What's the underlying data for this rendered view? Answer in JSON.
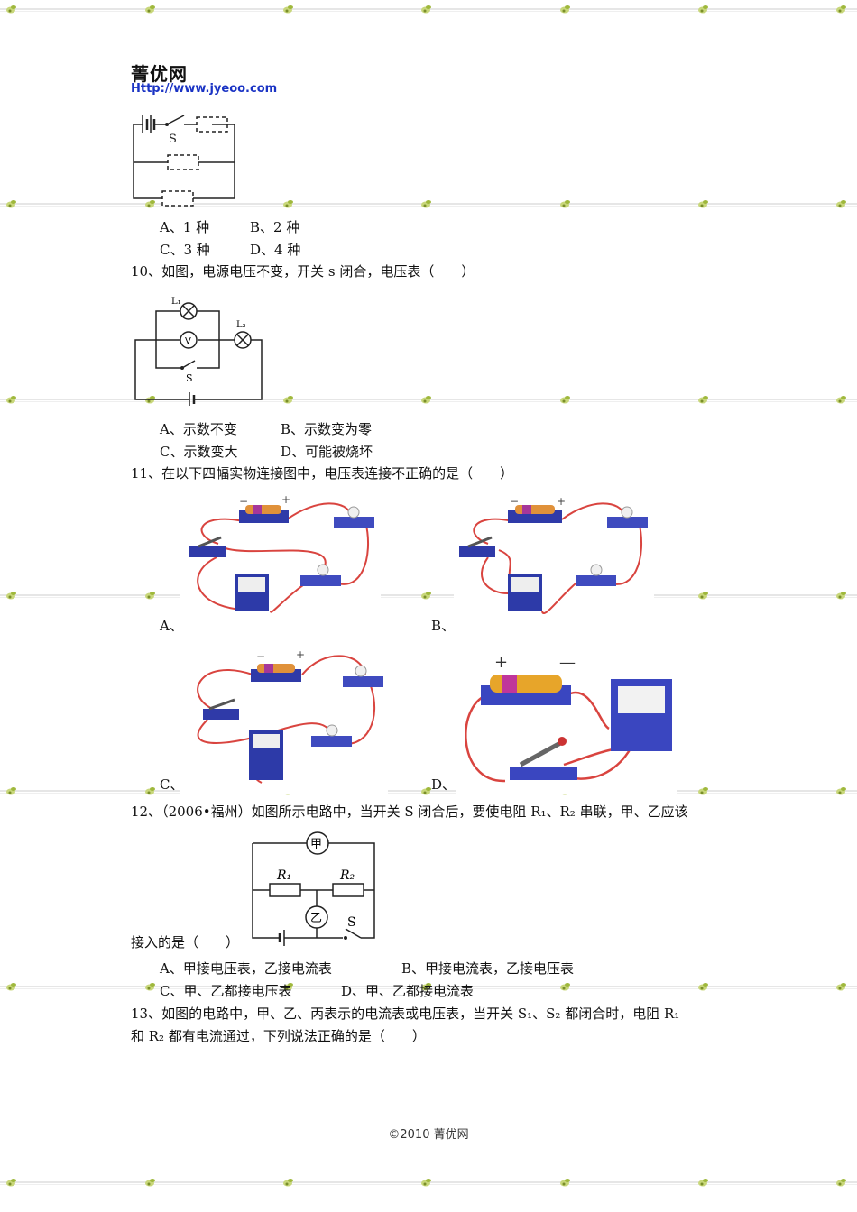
{
  "header": {
    "site_name": "菁优网",
    "url": "Http://www.jyeoo.com"
  },
  "q9": {
    "switch_label": "S",
    "options": [
      {
        "letter": "A、",
        "text": "1 种"
      },
      {
        "letter": "B、",
        "text": "2 种"
      },
      {
        "letter": "C、",
        "text": "3 种"
      },
      {
        "letter": "D、",
        "text": "4 种"
      }
    ]
  },
  "q10": {
    "number": "10、",
    "stem": "如图，电源电压不变，开关 s 闭合，电压表（　　）",
    "labels": {
      "l1": "L₁",
      "l2": "L₂",
      "v": "V",
      "s": "S"
    },
    "options": [
      {
        "letter": "A、",
        "text": "示数不变"
      },
      {
        "letter": "B、",
        "text": "示数变为零"
      },
      {
        "letter": "C、",
        "text": "示数变大"
      },
      {
        "letter": "D、",
        "text": "可能被烧坏"
      }
    ]
  },
  "q11": {
    "number": "11、",
    "stem": "在以下四幅实物连接图中，电压表连接不正确的是（　　）",
    "panels": [
      {
        "letter": "A、",
        "minus": "−",
        "plus": "+"
      },
      {
        "letter": "B、",
        "minus": "−",
        "plus": "+"
      },
      {
        "letter": "C、",
        "minus": "−",
        "plus": "+"
      },
      {
        "letter": "D、",
        "minus": "—",
        "plus": "+"
      }
    ]
  },
  "q12": {
    "number": "12、",
    "stem": "（2006•福州）如图所示电路中，当开关 S 闭合后，要使电阻 R₁、R₂ 串联，甲、乙应该",
    "stem_cont": "接入的是（　　）",
    "labels": {
      "jia": "甲",
      "yi": "乙",
      "r1": "R₁",
      "r2": "R₂",
      "s": "S"
    },
    "options": [
      {
        "letter": "A、",
        "text": "甲接电压表，乙接电流表"
      },
      {
        "letter": "B、",
        "text": "甲接电流表，乙接电压表"
      },
      {
        "letter": "C、",
        "text": "甲、乙都接电压表"
      },
      {
        "letter": "D、",
        "text": "甲、乙都接电流表"
      }
    ]
  },
  "q13": {
    "number": "13、",
    "line1": "如图的电路中，甲、乙、丙表示的电流表或电压表，当开关 S₁、S₂ 都闭合时，电阻 R₁",
    "line2": "和 R₂ 都有电流通过，下列说法正确的是（　　）"
  },
  "footer": "©2010  菁优网"
}
